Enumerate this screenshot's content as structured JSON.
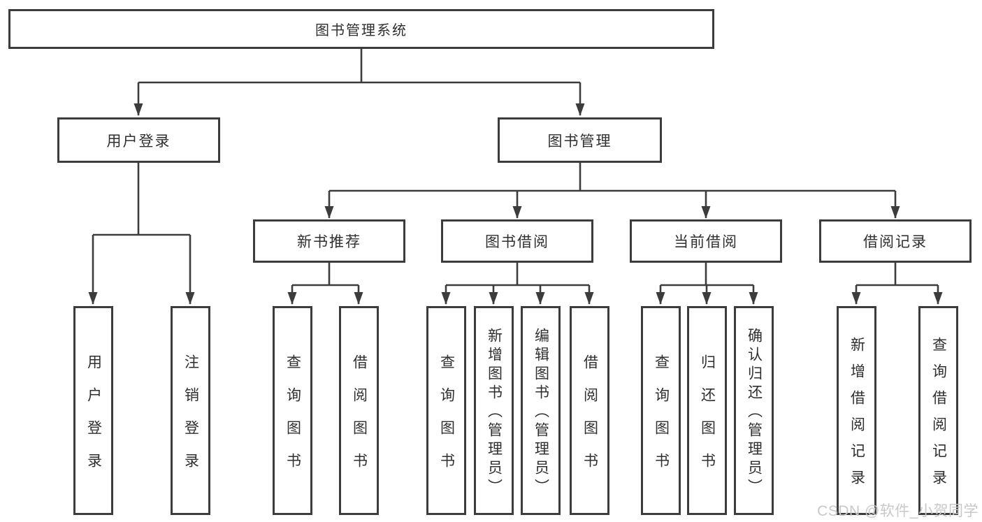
{
  "tree": {
    "label": "图书管理系统",
    "children": [
      {
        "label": "用户登录",
        "children": [
          {
            "label": "用户登录"
          },
          {
            "label": "注销登录"
          }
        ]
      },
      {
        "label": "图书管理",
        "children": [
          {
            "label": "新书推荐",
            "children": [
              {
                "label": "查询图书"
              },
              {
                "label": "借阅图书"
              }
            ]
          },
          {
            "label": "图书借阅",
            "children": [
              {
                "label": "查询图书"
              },
              {
                "label": "新增图书（管理员）"
              },
              {
                "label": "编辑图书（管理员）"
              },
              {
                "label": "借阅图书"
              }
            ]
          },
          {
            "label": "当前借阅",
            "children": [
              {
                "label": "查询图书"
              },
              {
                "label": "归还图书"
              },
              {
                "label": "确认归还（管理员）"
              }
            ]
          },
          {
            "label": "借阅记录",
            "children": [
              {
                "label": "新增借阅记录"
              },
              {
                "label": "查询借阅记录"
              }
            ]
          }
        ]
      }
    ]
  },
  "watermark": {
    "text": "CSDN @软件_小贺同学"
  },
  "colors": {
    "line": "#3c3c3c",
    "box_border": "#3c3c3c",
    "text": "#2f2f2f",
    "background": "#ffffff",
    "watermark": "#c8c8c8"
  }
}
